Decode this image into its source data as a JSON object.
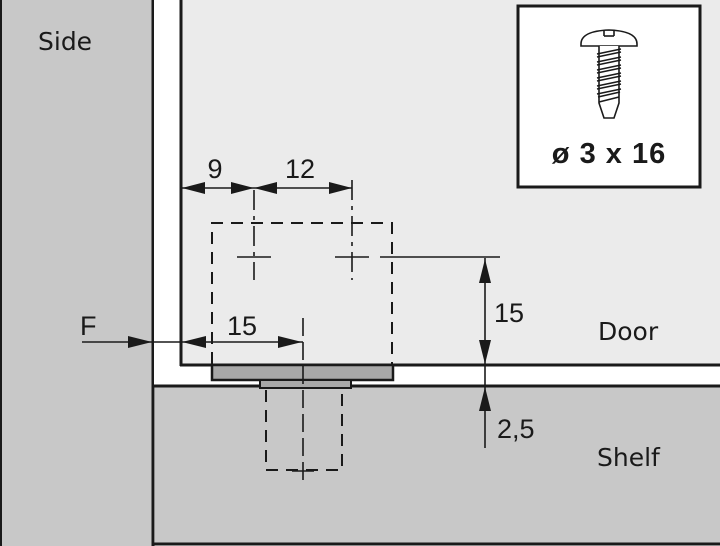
{
  "labels": {
    "side": "Side",
    "door": "Door",
    "shelf": "Shelf",
    "f_marker": "F"
  },
  "dimensions": {
    "offset_side": "9",
    "hole_spacing": "12",
    "f_to_center": "15",
    "vertical_hole": "15",
    "gap": "2,5"
  },
  "screw": {
    "icon": "pan-head-screw-icon",
    "spec": "ø 3 x 16"
  },
  "colors": {
    "side_fill": "#c8c8c8",
    "door_fill": "#ebebeb",
    "shelf_fill": "#c8c8c8",
    "plate_fill": "#a8a8a8",
    "line": "#1a1a1a",
    "background": "#ffffff"
  }
}
